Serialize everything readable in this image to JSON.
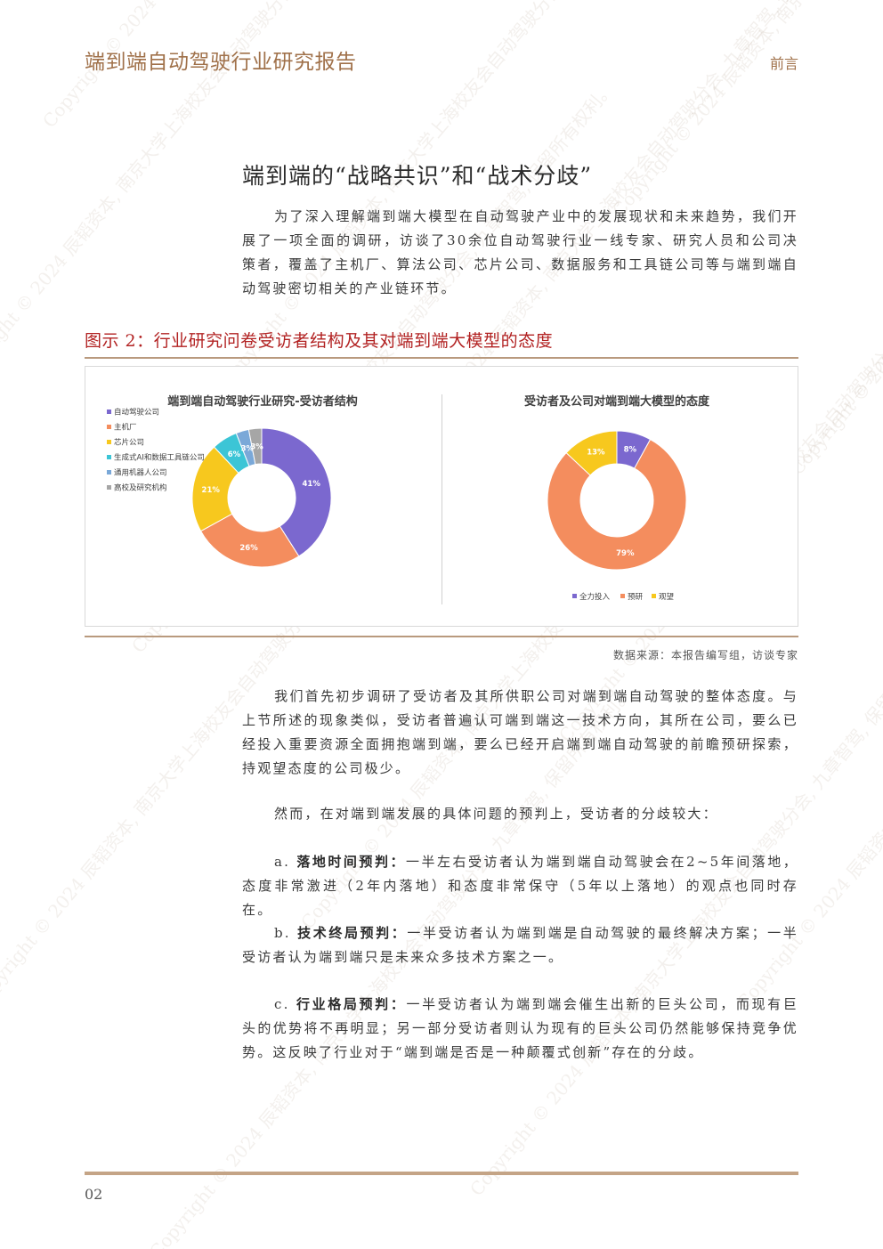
{
  "header": {
    "title": "端到端自动驾驶行业研究报告",
    "section": "前言"
  },
  "watermark_text": "Copyright © 2024 辰韬资本, 南京大学上海校友会自动驾驶分会, 九章智驾, 保留所有权利。",
  "section_title": "端到端的“战略共识”和“战术分歧”",
  "intro_paragraph": "为了深入理解端到端大模型在自动驾驶产业中的发展现状和未来趋势，我们开展了一项全面的调研，访谈了30余位自动驾驶行业一线专家、研究人员和公司决策者，覆盖了主机厂、算法公司、芯片公司、数据服务和工具链公司等与端到端自动驾驶密切相关的产业链环节。",
  "figure": {
    "title": "图示 2：行业研究问卷受访者结构及其对端到端大模型的态度",
    "source": "数据来源：本报告编写组，访谈专家"
  },
  "chart_data": [
    {
      "type": "pie",
      "title": "端到端自动驾驶行业研究-受访者结构",
      "legend_position": "left",
      "categories": [
        "自动驾驶公司",
        "主机厂",
        "芯片公司",
        "生成式AI和数据工具链公司",
        "通用机器人公司",
        "高校及研究机构"
      ],
      "values": [
        41,
        26,
        21,
        6,
        3,
        3
      ],
      "data_labels": [
        "41%",
        "26%",
        "21%",
        "6%",
        "3%",
        "3%"
      ],
      "colors": [
        "#7b68cf",
        "#f48d5e",
        "#f7c81e",
        "#3cc5d6",
        "#7aa8d8",
        "#a6a6a6"
      ]
    },
    {
      "type": "pie",
      "title": "受访者及公司对端到端大模型的态度",
      "legend_position": "bottom",
      "categories": [
        "全力投入",
        "预研",
        "观望"
      ],
      "values": [
        8,
        79,
        13
      ],
      "data_labels": [
        "8%",
        "79%",
        "13%"
      ],
      "colors": [
        "#7b68cf",
        "#f48d5e",
        "#f7c81e"
      ]
    }
  ],
  "paragraphs": {
    "p1": "我们首先初步调研了受访者及其所供职公司对端到端自动驾驶的整体态度。与上节所述的现象类似，受访者普遍认可端到端这一技术方向，其所在公司，要么已经投入重要资源全面拥抱端到端，要么已经开启端到端自动驾驶的前瞻预研探索，持观望态度的公司极少。",
    "p2": "然而，在对端到端发展的具体问题的预判上，受访者的分歧较大：",
    "a_prefix": "a. ",
    "a_label": "落地时间预判：",
    "a_text": "一半左右受访者认为端到端自动驾驶会在2~5年间落地，态度非常激进（2年内落地）和态度非常保守（5年以上落地）的观点也同时存在。",
    "b_prefix": "b. ",
    "b_label": "技术终局预判：",
    "b_text": "一半受访者认为端到端是自动驾驶的最终解决方案；一半受访者认为端到端只是未来众多技术方案之一。",
    "c_prefix": "c. ",
    "c_label": "行业格局预判：",
    "c_text": "一半受访者认为端到端会催生出新的巨头公司，而现有巨头的优势将不再明显；另一部分受访者则认为现有的巨头公司仍然能够保持竞争优势。这反映了行业对于“端到端是否是一种颠覆式创新”存在的分歧。"
  },
  "page_number": "02"
}
